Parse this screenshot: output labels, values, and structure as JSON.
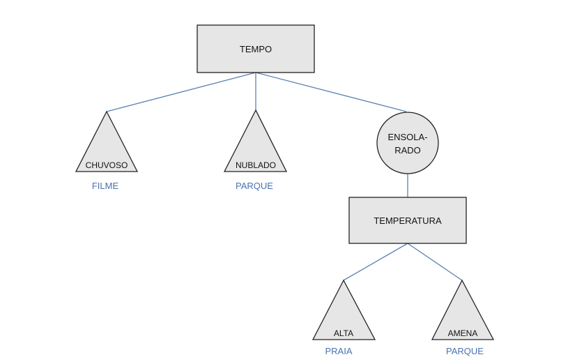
{
  "nodes": {
    "root": {
      "label": "TEMPO"
    },
    "chuvoso": {
      "label": "CHUVOSO",
      "outcome": "FILME"
    },
    "nublado": {
      "label": "NUBLADO",
      "outcome": "PARQUE"
    },
    "ensolarado": {
      "line1": "ENSOLA-",
      "line2": "RADO"
    },
    "temperatura": {
      "label": "TEMPERATURA"
    },
    "alta": {
      "label": "ALTA",
      "outcome": "PRAIA"
    },
    "amena": {
      "label": "AMENA",
      "outcome": "PARQUE"
    }
  },
  "colors": {
    "edge": "#5b7fb3",
    "outcome": "#4a72b0",
    "fill": "#e6e6e6",
    "stroke": "#222222"
  }
}
